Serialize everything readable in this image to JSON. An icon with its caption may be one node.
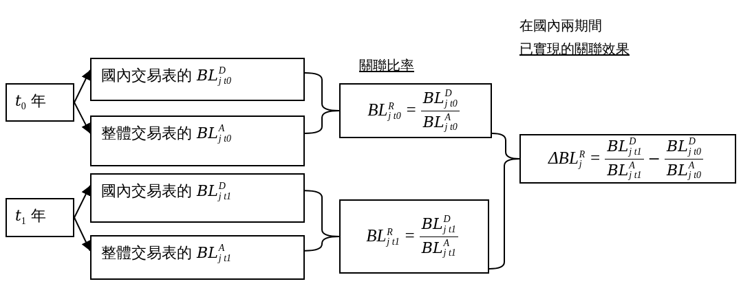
{
  "diagram": {
    "nodes": [
      {
        "text": [
          "*t*$_{0}$ 年"
        ]
      },
      {
        "text": [
          "國內交易表的 *BL*$^{D}$$_{j t0}$"
        ]
      },
      {
        "text": [
          "整體交易表的 *BL*$^{A}$$_{j t0}$"
        ]
      },
      {
        "text": [
          "*BL*$^{R}$$_{j t0}$ =",
          "*BL*$^{D}$$_{j t0}$",
          "*BL*$^{A}$$_{j t0}$"
        ]
      },
      {
        "text": [
          "*t*$_{1}$ 年"
        ]
      },
      {
        "text": [
          "國內交易表的 *BL*$^{D}$$_{j t1}$"
        ]
      },
      {
        "text": [
          "整體交易表的 *BL*$^{A}$$_{j t1}$"
        ]
      },
      {
        "text": [
          "*BL*$^{R}$$_{j t1}$ =",
          "*BL*$^{D}$$_{j t1}$",
          "*BL*$^{A}$$_{j t1}$"
        ]
      },
      {
        "text": [
          "ΔBL$^{R}$$_{j}$ =",
          "*BL*$^{D}$$_{j t1}$",
          "*BL*$^{A}$$_{j t1}$",
          "−",
          "*BL*$^{D}$$_{j t0}$",
          "*BL*$^{A}$$_{j t0}$"
        ]
      }
    ],
    "edges": [
      {
        "from": 0,
        "to": 1,
        "arrow": "to"
      },
      {
        "from": 0,
        "to": 2,
        "arrow": "to"
      },
      {
        "from": 4,
        "to": 5,
        "arrow": "to"
      },
      {
        "from": 4,
        "to": 6,
        "arrow": "to"
      },
      {
        "from": 1,
        "to": 3,
        "arrow": "none"
      },
      {
        "from": 2,
        "to": 3,
        "arrow": "none"
      },
      {
        "from": 5,
        "to": 7,
        "arrow": "none"
      },
      {
        "from": 6,
        "to": 7,
        "arrow": "none"
      },
      {
        "from": 3,
        "to": 8,
        "arrow": "none"
      },
      {
        "from": 7,
        "to": 8,
        "arrow": "none"
      }
    ],
    "labels": [
      "在國內兩期間",
      "關聯比率",
      "已實現的關聯效果"
    ]
  }
}
